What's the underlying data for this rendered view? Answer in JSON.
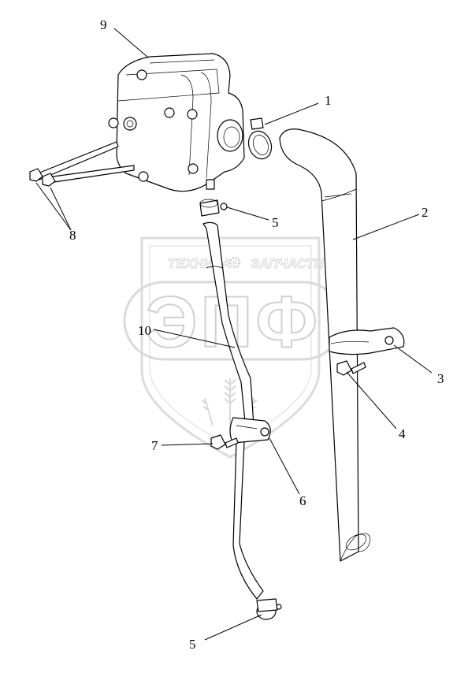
{
  "watermark": {
    "line1_left": "ТЕХНИКА",
    "line1_right": "ЗАПЧАСТИ",
    "letters": "ЭПФ",
    "gear_icon": "gear-icon",
    "wheat_icon": "wheat-icon"
  },
  "callouts": [
    "1",
    "2",
    "3",
    "4",
    "5",
    "5",
    "6",
    "7",
    "8",
    "9",
    "10"
  ],
  "colors": {
    "line": "#000000",
    "watermark": "#d0d0d0"
  }
}
